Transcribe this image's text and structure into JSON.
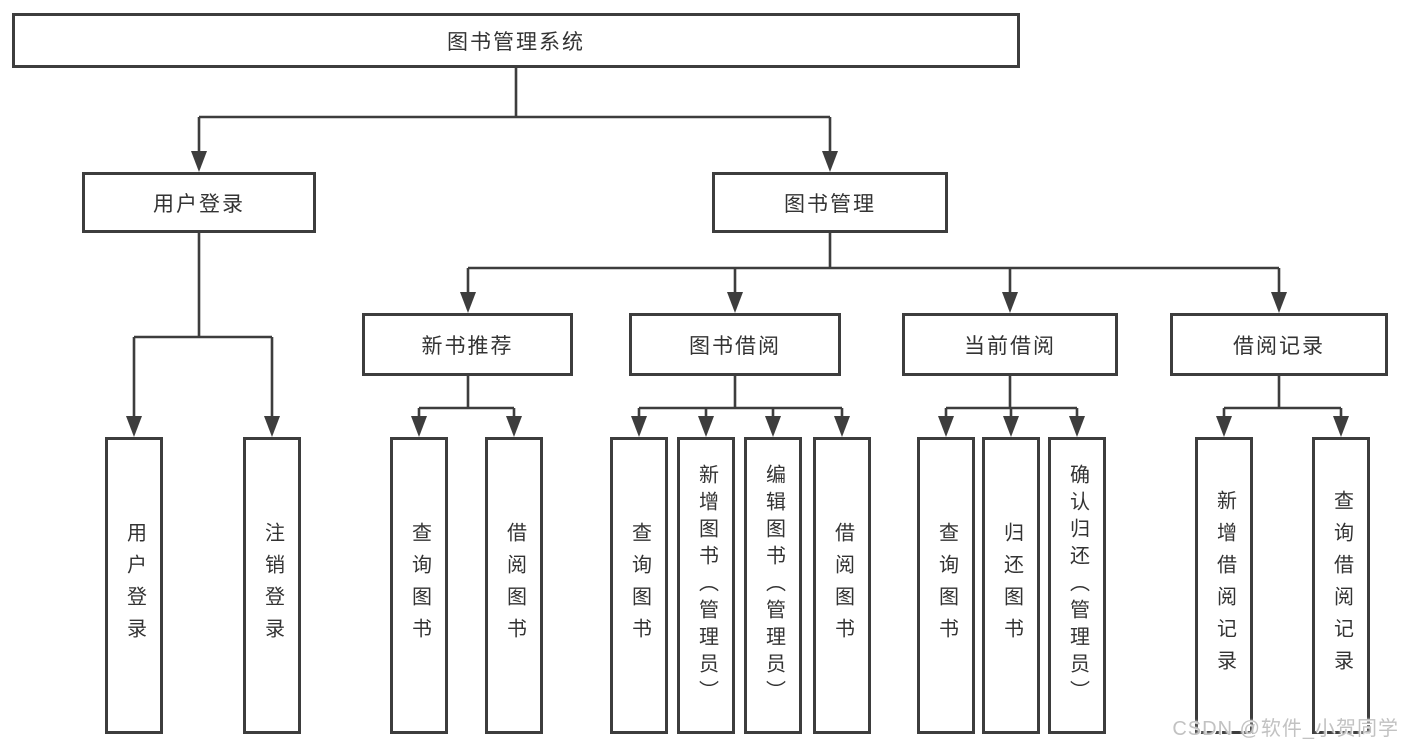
{
  "diagram": {
    "root": {
      "label": "图书管理系统",
      "children": [
        {
          "label": "用户登录",
          "children": [
            {
              "label": "用户登录"
            },
            {
              "label": "注销登录"
            }
          ]
        },
        {
          "label": "图书管理",
          "children": [
            {
              "label": "新书推荐",
              "children": [
                {
                  "label": "查询图书"
                },
                {
                  "label": "借阅图书"
                }
              ]
            },
            {
              "label": "图书借阅",
              "children": [
                {
                  "label": "查询图书"
                },
                {
                  "label": "新增图书（管理员）"
                },
                {
                  "label": "编辑图书（管理员）"
                },
                {
                  "label": "借阅图书"
                }
              ]
            },
            {
              "label": "当前借阅",
              "children": [
                {
                  "label": "查询图书"
                },
                {
                  "label": "归还图书"
                },
                {
                  "label": "确认归还（管理员）"
                }
              ]
            },
            {
              "label": "借阅记录",
              "children": [
                {
                  "label": "新增借阅记录"
                },
                {
                  "label": "查询借阅记录"
                }
              ]
            }
          ]
        }
      ]
    }
  },
  "watermark": {
    "text": "CSDN @软件_小贺同学"
  },
  "colors": {
    "background": "#ffffff",
    "line": "#3d3d3d",
    "box_border": "#3d3d3d",
    "box_fill": "#ffffff",
    "text": "#333333",
    "watermark": "#c2c2c2"
  }
}
